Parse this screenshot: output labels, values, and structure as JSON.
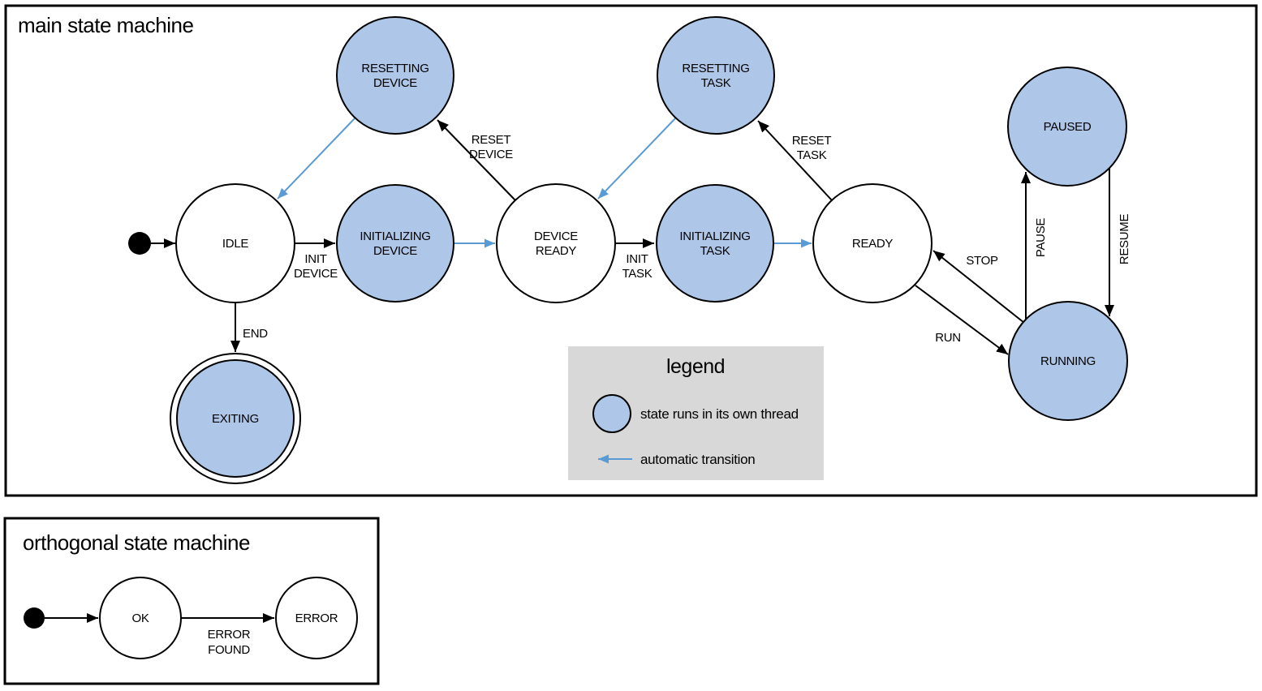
{
  "colors": {
    "threaded_state_fill": "#aec6e8",
    "automatic_transition_blue": "#5b9bd5",
    "legend_background": "#d8d8d8",
    "diagram_stroke": "#000000",
    "background": "#ffffff"
  },
  "main_machine": {
    "title": "main state machine",
    "states": {
      "idle": "IDLE",
      "resetting_device": [
        "RESETTING",
        "DEVICE"
      ],
      "initializing_device": [
        "INITIALIZING",
        "DEVICE"
      ],
      "device_ready": [
        "DEVICE",
        "READY"
      ],
      "resetting_task": [
        "RESETTING",
        "TASK"
      ],
      "initializing_task": [
        "INITIALIZING",
        "TASK"
      ],
      "ready": "READY",
      "paused": "PAUSED",
      "running": "RUNNING",
      "exiting": "EXITING"
    },
    "transitions": {
      "init_device": [
        "INIT",
        "DEVICE"
      ],
      "reset_device": [
        "RESET",
        "DEVICE"
      ],
      "init_task": [
        "INIT",
        "TASK"
      ],
      "reset_task": [
        "RESET",
        "TASK"
      ],
      "end": "END",
      "stop": "STOP",
      "run": "RUN",
      "pause": "PAUSE",
      "resume": "RESUME"
    }
  },
  "legend": {
    "title": "legend",
    "threaded_state_label": "state runs in its own thread",
    "automatic_transition_label": "automatic transition"
  },
  "orthogonal_machine": {
    "title": "orthogonal state machine",
    "states": {
      "ok": "OK",
      "error": "ERROR"
    },
    "transitions": {
      "error_found": [
        "ERROR",
        "FOUND"
      ]
    }
  }
}
